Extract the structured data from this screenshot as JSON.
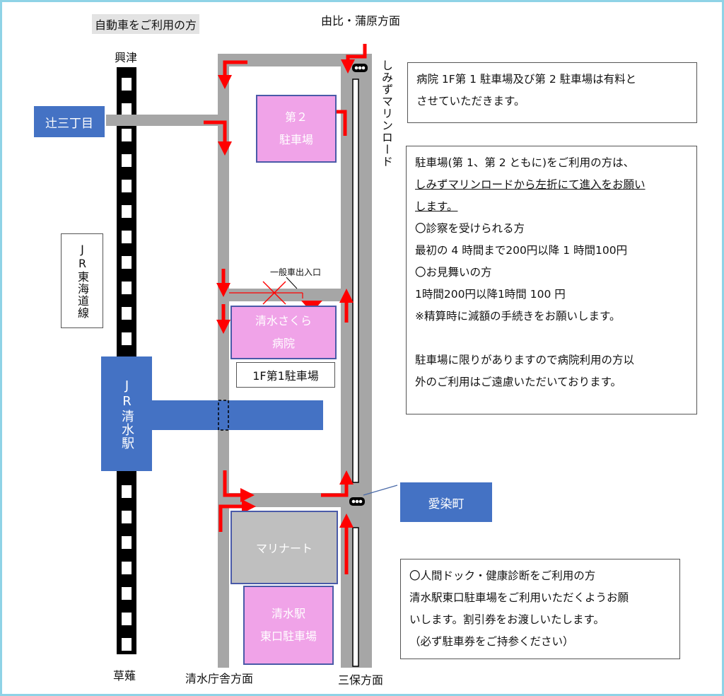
{
  "colors": {
    "road": "#a6a6a6",
    "rail": "#000000",
    "arrow": "#ff0000",
    "station_blue": "#4472c4",
    "parking_pink": "#f0a3e8",
    "building_gray": "#bfbfbf",
    "frame": "#8fd3e6"
  },
  "header": {
    "by_car_label": "自動車をご利用の方"
  },
  "directions": {
    "north_label": "由比・蒲原方面",
    "south_label": "三保方面",
    "southwest_label": "清水庁舎方面",
    "rail_north": "興津",
    "rail_south": "草薙"
  },
  "roads": {
    "marine_road": "しみずマリンロード"
  },
  "places": {
    "tsuji": "辻三丁目",
    "jr_line": "JR東海道線",
    "jr_station": "JR清水駅",
    "aisome": "愛染町",
    "parking2_line1": "第２",
    "parking2_line2": "駐車場",
    "hospital_line1": "清水さくら",
    "hospital_line2": "病院",
    "parking1": "1F第1駐車場",
    "gate": "一般車出入口",
    "marinart": "マリナート",
    "east_parking_line1": "清水駅",
    "east_parking_line2": "東口駐車場"
  },
  "notes": {
    "fee_note": {
      "line1": "病院 1F第 1 駐車場及び第 2 駐車場は有料と",
      "line2": "させていただきます。"
    },
    "usage": {
      "line1": "駐車場(第 1、第 2 ともに)をご利用の方は、",
      "line2": "しみずマリンロードから左折にて進入をお願い",
      "line3": "します。",
      "line4": "〇診察を受けられる方",
      "line5": "最初の 4 時間まで200円以降 1 時間100円",
      "line6": "〇お見舞いの方",
      "line7": "1時間200円以降1時間 100 円",
      "line8": "※精算時に減額の手続きをお願いします。",
      "line9": "駐車場に限りがありますので病院利用の方以",
      "line10": "外のご利用はご遠慮いただいております。"
    },
    "dock": {
      "line1": "〇人間ドック・健康診断をご利用の方",
      "line2": "清水駅東口駐車場をご利用いただくようお願",
      "line3": "いします。割引券をお渡しいたします。",
      "line4": "（必ず駐車券をご持参ください）"
    }
  }
}
